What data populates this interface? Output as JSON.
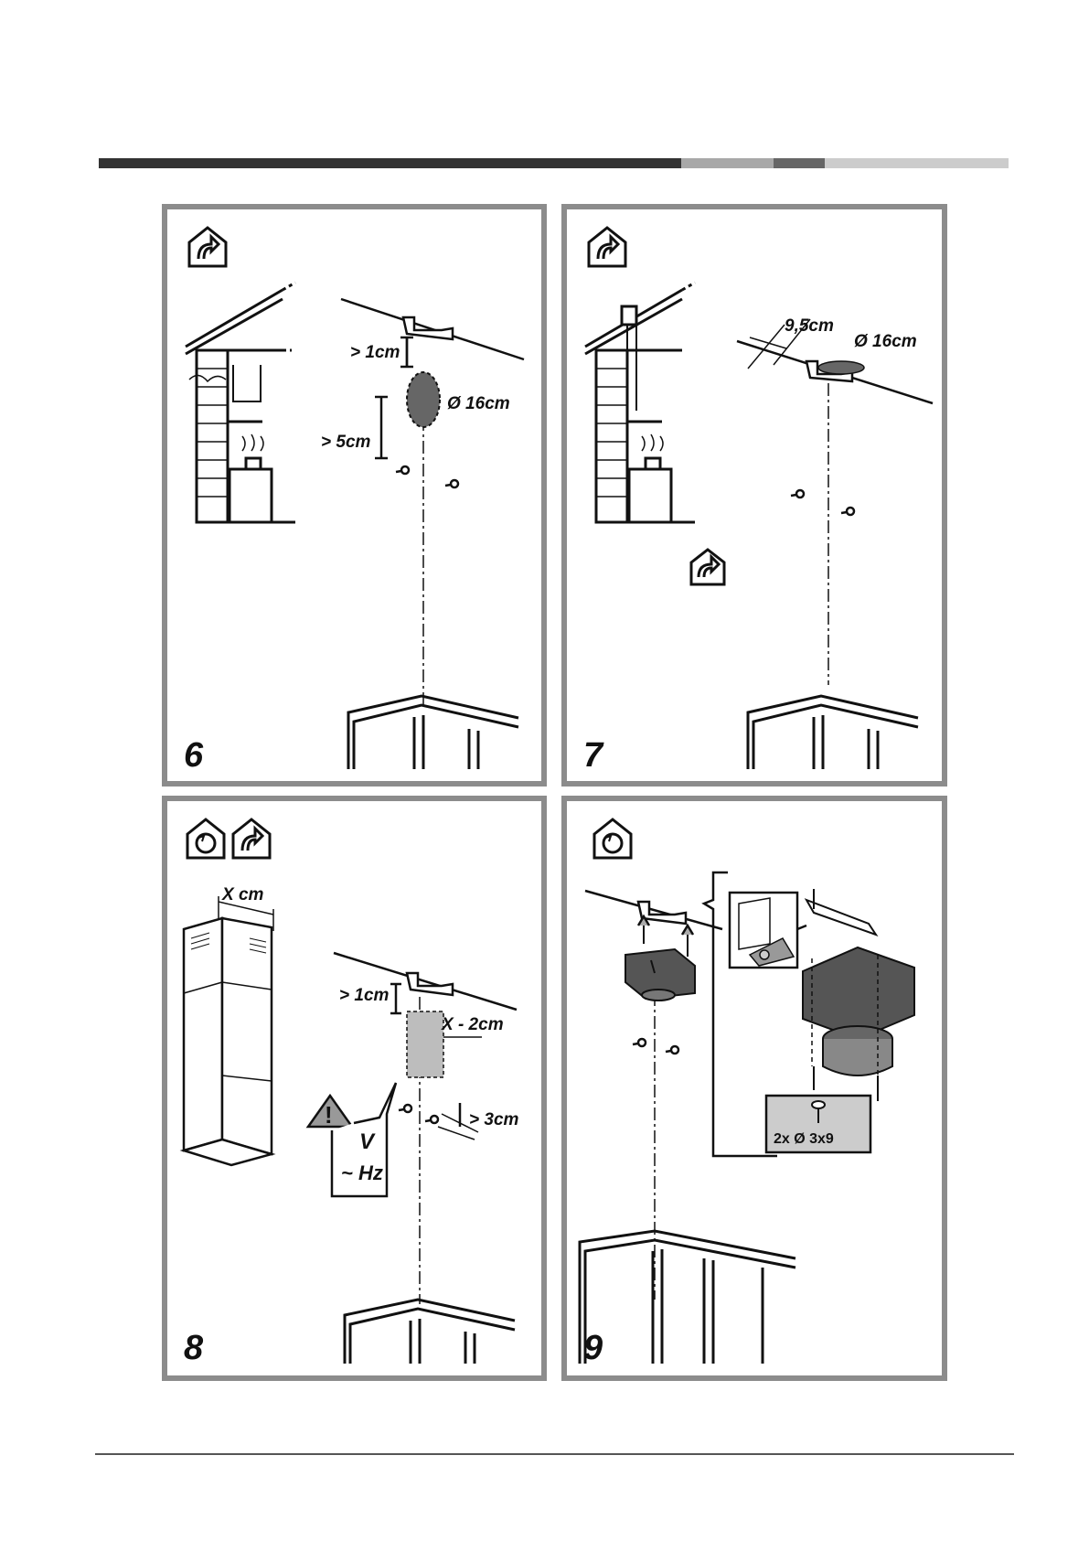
{
  "colors": {
    "frame": "#8c8c8c",
    "dark": "#333333",
    "mid": "#a8a8a8",
    "light": "#cccccc",
    "shade": "#bdbdbd"
  },
  "panels": [
    {
      "step": "6",
      "icons": [
        "ducted-mode-icon"
      ],
      "labels": {
        "gap_top": "> 1cm",
        "diameter": "Ø 16cm",
        "gap_bottom": "> 5cm"
      }
    },
    {
      "step": "7",
      "icons": [
        "ducted-mode-icon"
      ],
      "labels": {
        "offset": "9,5cm",
        "diameter": "Ø 16cm"
      }
    },
    {
      "step": "8",
      "icons": [
        "recirculation-mode-icon",
        "ducted-mode-icon"
      ],
      "labels": {
        "width": "X cm",
        "gap_top": "> 1cm",
        "socket_width": "X - 2cm",
        "gap_side": "> 3cm",
        "voltage": "V",
        "frequency": "~ Hz"
      }
    },
    {
      "step": "9",
      "icons": [
        "recirculation-mode-icon"
      ],
      "labels": {
        "screws": "2x Ø 3x9"
      }
    }
  ]
}
